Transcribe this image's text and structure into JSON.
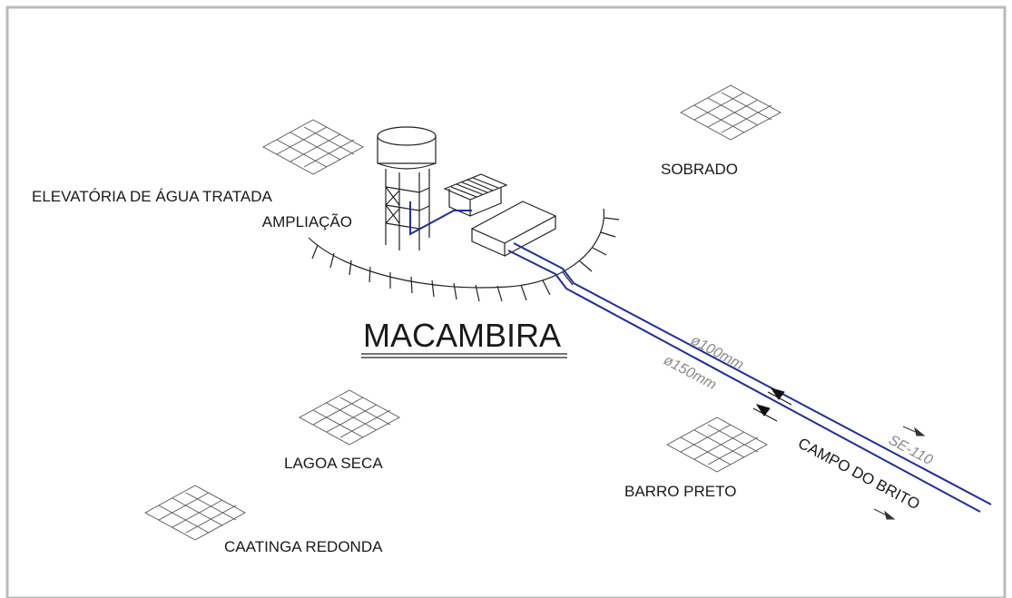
{
  "labels": {
    "station_line1": "ELEVATÓRIA DE ÁGUA TRATADA",
    "station_line2": "AMPLIAÇÃO",
    "town": "MACAMBIRA",
    "sobrado": "SOBRADO",
    "lagoa_seca": "LAGOA SECA",
    "caatinga": "CAATINGA REDONDA",
    "barro_preto": "BARRO PRETO",
    "campo_brito": "CAMPO DO BRITO",
    "pipe_100": "ø100mm",
    "pipe_150": "ø150mm",
    "highway": "SE-110"
  },
  "colors": {
    "pipe": "#1d2f9c",
    "ink": "#222222",
    "frame": "#bbbbbb"
  }
}
